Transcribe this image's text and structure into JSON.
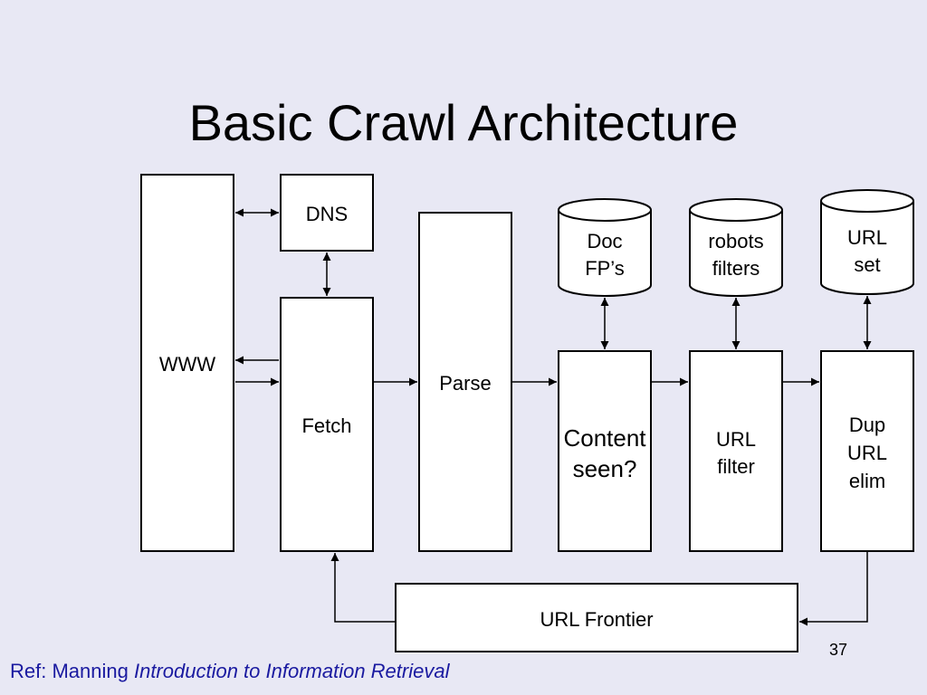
{
  "slide": {
    "title": "Basic Crawl Architecture",
    "page_number": "37",
    "reference": {
      "prefix": "Ref: Manning ",
      "book": "Introduction to Information Retrieval"
    }
  },
  "diagram": {
    "boxes": {
      "www": "WWW",
      "dns": "DNS",
      "fetch": "Fetch",
      "parse": "Parse",
      "content_seen": [
        "Content",
        "seen?"
      ],
      "url_filter": [
        "URL",
        "filter"
      ],
      "dup_url_elim": [
        "Dup",
        "URL",
        "elim"
      ],
      "url_frontier": "URL Frontier"
    },
    "stores": {
      "doc_fps": [
        "Doc",
        "FP’s"
      ],
      "robots_filters": [
        "robots",
        "filters"
      ],
      "url_set": [
        "URL",
        "set"
      ]
    }
  }
}
